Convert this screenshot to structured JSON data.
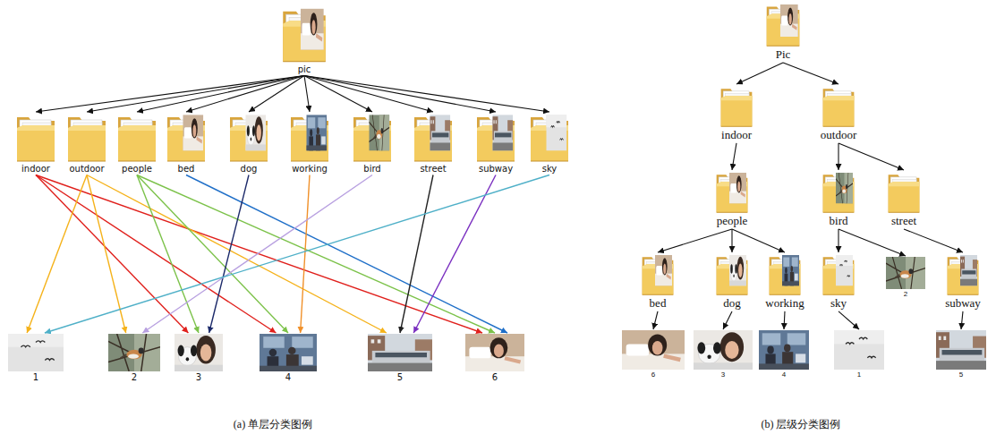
{
  "diagram": {
    "nodes": [
      {
        "text": [
          "pic"
        ]
      },
      {
        "text": [
          "indoor"
        ]
      },
      {
        "text": [
          "outdoor"
        ]
      },
      {
        "text": [
          "people"
        ]
      },
      {
        "text": [
          "bed"
        ]
      },
      {
        "text": [
          "dog"
        ]
      },
      {
        "text": [
          "working"
        ]
      },
      {
        "text": [
          "bird"
        ]
      },
      {
        "text": [
          "street"
        ]
      },
      {
        "text": [
          "subway"
        ]
      },
      {
        "text": [
          "sky"
        ]
      },
      {
        "text": [
          "1"
        ]
      },
      {
        "text": [
          "2"
        ]
      },
      {
        "text": [
          "3"
        ]
      },
      {
        "text": [
          "4"
        ]
      },
      {
        "text": [
          "5"
        ]
      },
      {
        "text": [
          "6"
        ]
      },
      {
        "text": [
          "Pic"
        ]
      },
      {
        "text": [
          "indoor"
        ]
      },
      {
        "text": [
          "outdoor"
        ]
      },
      {
        "text": [
          "people"
        ]
      },
      {
        "text": [
          "bird"
        ]
      },
      {
        "text": [
          "street"
        ]
      },
      {
        "text": [
          "bed"
        ]
      },
      {
        "text": [
          "dog"
        ]
      },
      {
        "text": [
          "working"
        ]
      },
      {
        "text": [
          "sky"
        ]
      },
      {
        "text": [
          "2"
        ]
      },
      {
        "text": [
          "subway"
        ]
      },
      {
        "text": [
          "6"
        ]
      },
      {
        "text": [
          "3"
        ]
      },
      {
        "text": [
          "4"
        ]
      },
      {
        "text": [
          "1"
        ]
      },
      {
        "text": [
          "5"
        ]
      }
    ],
    "edges": [
      {
        "from": 0,
        "to": 1,
        "arrow": "to"
      },
      {
        "from": 0,
        "to": 2,
        "arrow": "to"
      },
      {
        "from": 0,
        "to": 3,
        "arrow": "to"
      },
      {
        "from": 0,
        "to": 4,
        "arrow": "to"
      },
      {
        "from": 0,
        "to": 5,
        "arrow": "to"
      },
      {
        "from": 0,
        "to": 6,
        "arrow": "to"
      },
      {
        "from": 0,
        "to": 7,
        "arrow": "to"
      },
      {
        "from": 0,
        "to": 8,
        "arrow": "to"
      },
      {
        "from": 0,
        "to": 9,
        "arrow": "to"
      },
      {
        "from": 0,
        "to": 10,
        "arrow": "to"
      },
      {
        "from": 1,
        "to": 13,
        "arrow": "to"
      },
      {
        "from": 1,
        "to": 14,
        "arrow": "to"
      },
      {
        "from": 1,
        "to": 16,
        "arrow": "to"
      },
      {
        "from": 2,
        "to": 11,
        "arrow": "to"
      },
      {
        "from": 2,
        "to": 12,
        "arrow": "to"
      },
      {
        "from": 2,
        "to": 15,
        "arrow": "to"
      },
      {
        "from": 3,
        "to": 13,
        "arrow": "to"
      },
      {
        "from": 3,
        "to": 14,
        "arrow": "to"
      },
      {
        "from": 3,
        "to": 16,
        "arrow": "to"
      },
      {
        "from": 4,
        "to": 16,
        "arrow": "to"
      },
      {
        "from": 5,
        "to": 13,
        "arrow": "to"
      },
      {
        "from": 6,
        "to": 14,
        "arrow": "to"
      },
      {
        "from": 7,
        "to": 12,
        "arrow": "to"
      },
      {
        "from": 8,
        "to": 15,
        "arrow": "to"
      },
      {
        "from": 9,
        "to": 15,
        "arrow": "to"
      },
      {
        "from": 10,
        "to": 11,
        "arrow": "to"
      },
      {
        "from": 17,
        "to": 18,
        "arrow": "to"
      },
      {
        "from": 17,
        "to": 19,
        "arrow": "to"
      },
      {
        "from": 18,
        "to": 20,
        "arrow": "to"
      },
      {
        "from": 19,
        "to": 21,
        "arrow": "to"
      },
      {
        "from": 19,
        "to": 22,
        "arrow": "to"
      },
      {
        "from": 20,
        "to": 23,
        "arrow": "to"
      },
      {
        "from": 20,
        "to": 24,
        "arrow": "to"
      },
      {
        "from": 20,
        "to": 25,
        "arrow": "to"
      },
      {
        "from": 21,
        "to": 26,
        "arrow": "to"
      },
      {
        "from": 21,
        "to": 27,
        "arrow": "to"
      },
      {
        "from": 22,
        "to": 28,
        "arrow": "to"
      },
      {
        "from": 23,
        "to": 29,
        "arrow": "to"
      },
      {
        "from": 24,
        "to": 30,
        "arrow": "to"
      },
      {
        "from": 25,
        "to": 31,
        "arrow": "to"
      },
      {
        "from": 26,
        "to": 32,
        "arrow": "to"
      },
      {
        "from": 28,
        "to": 33,
        "arrow": "to"
      }
    ],
    "labels": [
      "(a) 单层分类图例",
      "(b) 层级分类图例"
    ]
  }
}
